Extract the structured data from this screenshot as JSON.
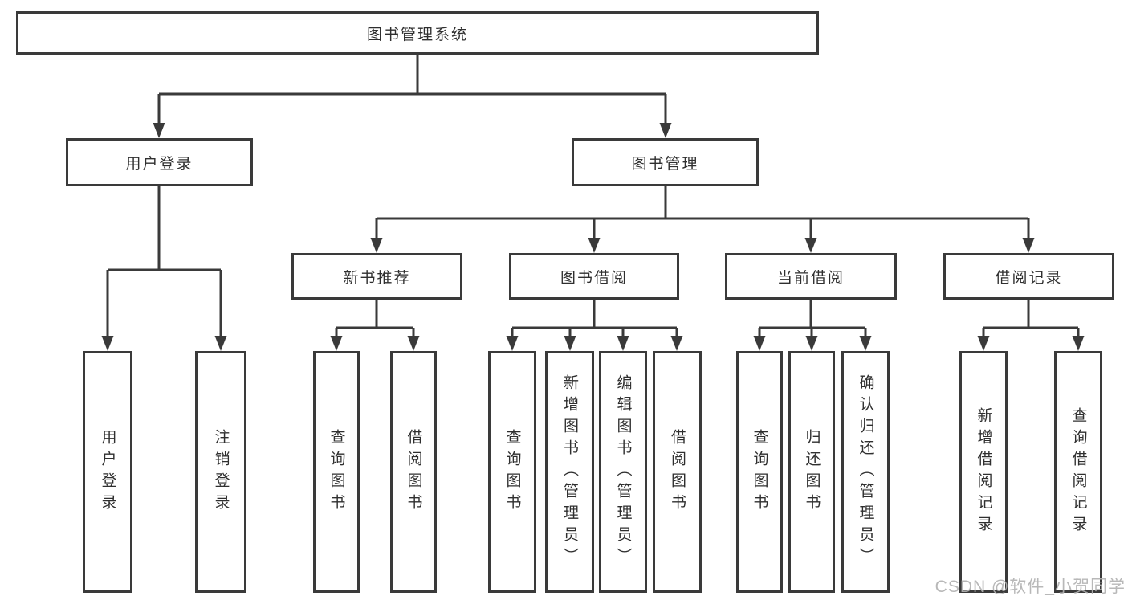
{
  "diagram": {
    "root": {
      "label": "图书管理系统"
    },
    "level2": [
      {
        "label": "用户登录"
      },
      {
        "label": "图书管理"
      }
    ],
    "level3": [
      {
        "label": "新书推荐",
        "parent": "图书管理"
      },
      {
        "label": "图书借阅",
        "parent": "图书管理"
      },
      {
        "label": "当前借阅",
        "parent": "图书管理"
      },
      {
        "label": "借阅记录",
        "parent": "图书管理"
      }
    ],
    "leaves": [
      {
        "label": "用户登录",
        "parent": "用户登录"
      },
      {
        "label": "注销登录",
        "parent": "用户登录"
      },
      {
        "label": "查询图书",
        "parent": "新书推荐"
      },
      {
        "label": "借阅图书",
        "parent": "新书推荐"
      },
      {
        "label": "查询图书",
        "parent": "图书借阅"
      },
      {
        "label": "新增图书（管理员）",
        "parent": "图书借阅"
      },
      {
        "label": "编辑图书（管理员）",
        "parent": "图书借阅"
      },
      {
        "label": "借阅图书",
        "parent": "图书借阅"
      },
      {
        "label": "查询图书",
        "parent": "当前借阅"
      },
      {
        "label": "归还图书",
        "parent": "当前借阅"
      },
      {
        "label": "确认归还（管理员）",
        "parent": "当前借阅"
      },
      {
        "label": "新增借阅记录",
        "parent": "借阅记录"
      },
      {
        "label": "查询借阅记录",
        "parent": "借阅记录"
      }
    ]
  },
  "watermark": {
    "text": "CSDN @软件_小贺同学"
  },
  "colors": {
    "line": "#3a3a3a",
    "box_border": "#3a3a3a",
    "text": "#2f2f2f",
    "background": "#ffffff",
    "watermark": "#b2b2b2"
  }
}
